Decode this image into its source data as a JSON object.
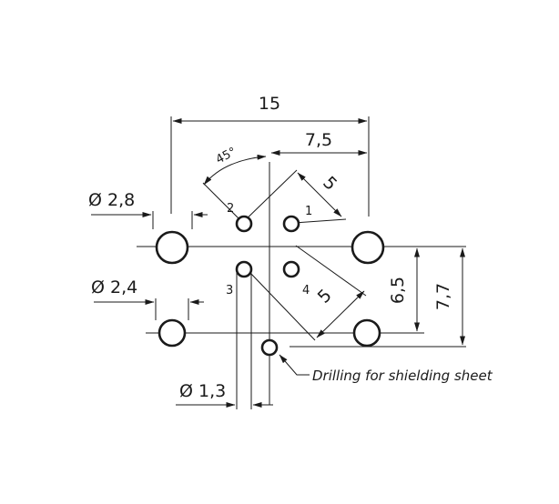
{
  "dimensions": {
    "width_total": "15",
    "half_width": "7,5",
    "angle": "45°",
    "diag_top": "5",
    "diag_bottom": "5",
    "dia_large": "Ø 2,8",
    "dia_medium": "Ø 2,4",
    "dia_small": "Ø 1,3",
    "height_inner": "6,5",
    "height_outer": "7,7"
  },
  "pins": [
    "1",
    "2",
    "3",
    "4"
  ],
  "note": "Drilling for shielding sheet"
}
